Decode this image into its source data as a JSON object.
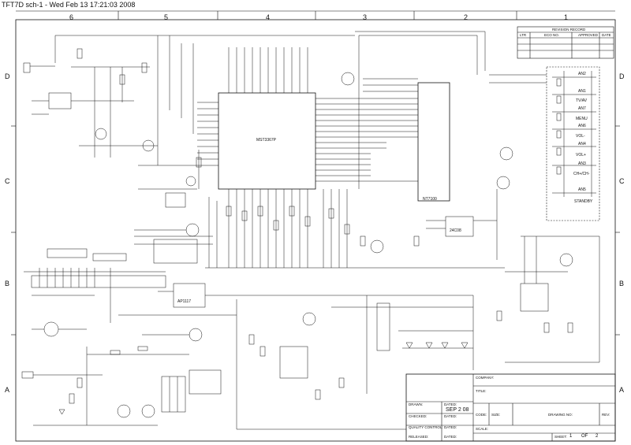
{
  "header": {
    "title": "TFT7D sch-1 -  Wed Feb 13 17:21:03 2008"
  },
  "grid": {
    "columns": [
      "6",
      "5",
      "4",
      "3",
      "2",
      "1"
    ],
    "rows": [
      "D",
      "C",
      "B",
      "A"
    ]
  },
  "revision_block": {
    "title": "REVISION RECORD",
    "headers": [
      "LTR",
      "ECO NO.",
      "APPROVED",
      "DATE"
    ]
  },
  "chips": {
    "mcu": "MST3367P",
    "eeprom": "24C08",
    "osd": "NT7100",
    "power": "AP1117"
  },
  "keypad": {
    "keys": [
      "AN2",
      "AN1",
      "TV/AV",
      "AN7",
      "MENU",
      "AN6",
      "VOL-",
      "AN4",
      "VOL+",
      "AN3",
      "CH+/CH-",
      "AN5",
      "STANDBY"
    ]
  },
  "title_block": {
    "company": "COMPANY:",
    "title": "TITLE:",
    "drawn": "DRAWN:",
    "dated": "DATED:",
    "date_value": "SEP  2  08",
    "checked": "CHECKED:",
    "quality": "QUALITY CONTROL:",
    "released": "RELEASED:",
    "code": "CODE:",
    "size": "SIZE:",
    "drawing_no": "DRAWING NO:",
    "rev": "REV:",
    "scale": "SCALE:",
    "sheet": "SHEET:",
    "sheet_num": "1",
    "of": "OF",
    "sheet_total": "2"
  }
}
